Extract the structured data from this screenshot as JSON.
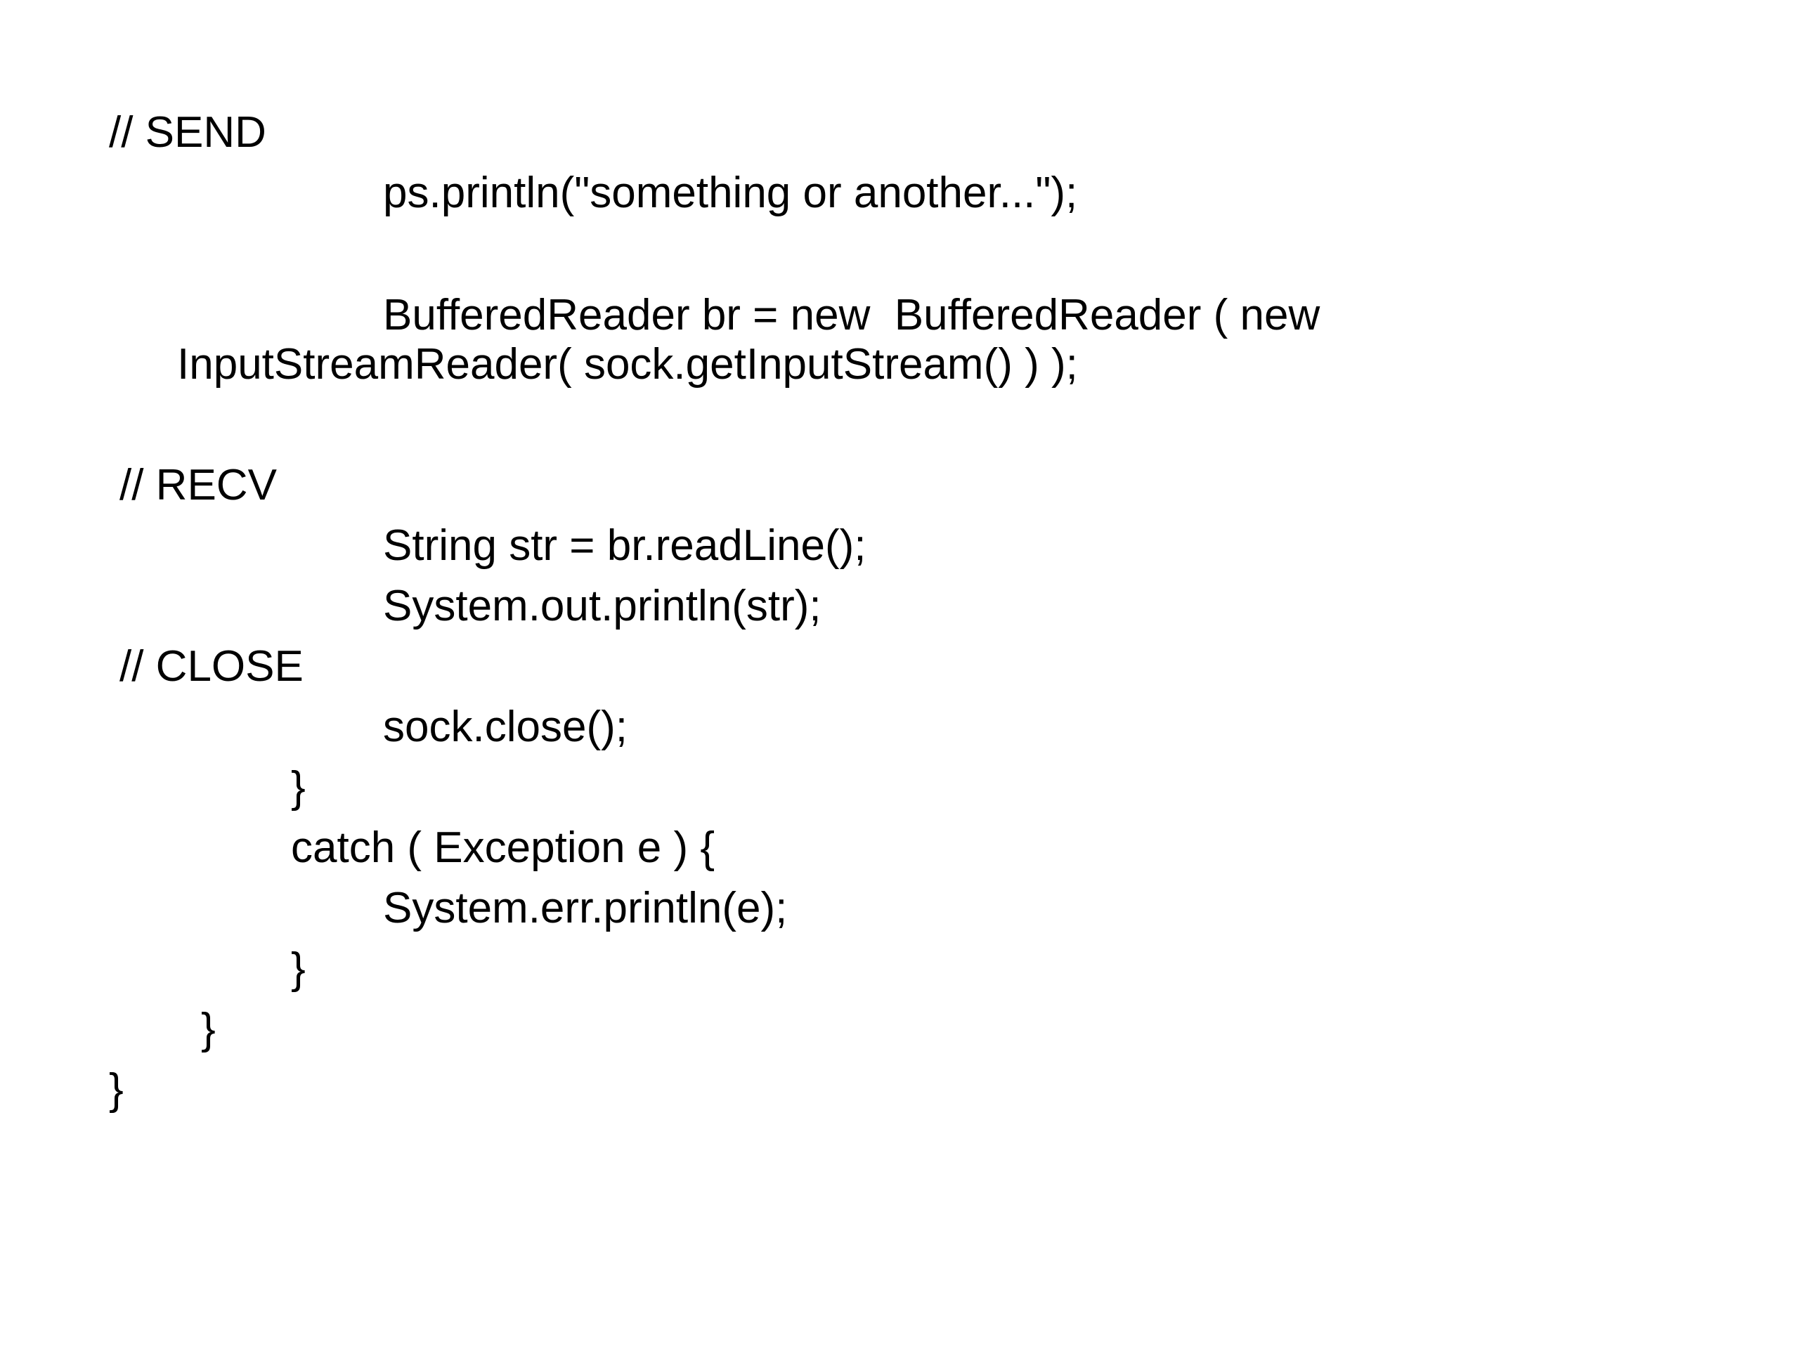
{
  "slide": {
    "lines": [
      {
        "text": "// SEND",
        "kind": "comment"
      },
      {
        "text": "ps.println(\"something or another...\");",
        "kind": "code"
      },
      {
        "text": "BufferedReader br = new  BufferedReader ( new",
        "kind": "code"
      },
      {
        "text": "InputStreamReader( sock.getInputStream() ) );",
        "kind": "code"
      },
      {
        "text": "// RECV",
        "kind": "comment"
      },
      {
        "text": "String str = br.readLine();",
        "kind": "code"
      },
      {
        "text": "System.out.println(str);",
        "kind": "code"
      },
      {
        "text": "// CLOSE",
        "kind": "comment"
      },
      {
        "text": "sock.close();",
        "kind": "code"
      },
      {
        "text": "}",
        "kind": "code"
      },
      {
        "text": "catch ( Exception e ) {",
        "kind": "code"
      },
      {
        "text": "System.err.println(e);",
        "kind": "code"
      },
      {
        "text": "}",
        "kind": "code"
      },
      {
        "text": "}",
        "kind": "code"
      },
      {
        "text": "}",
        "kind": "code"
      }
    ]
  }
}
